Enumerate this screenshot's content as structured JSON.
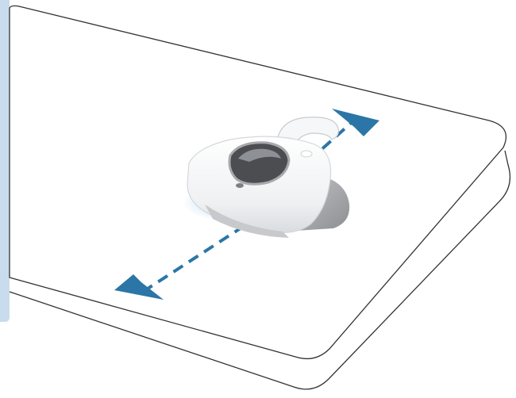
{
  "illustration": {
    "subject": "handheld-vacuum-on-mattress",
    "movement": "back-and-forth",
    "colors": {
      "background": "#ffffff",
      "panel": "#c9dced",
      "beam": "#c3d9ec",
      "outline": "#333333",
      "arrow": "#2b76a6",
      "device_body": "#f4f5f7",
      "device_trim": "#9a9ca0",
      "device_glow": "#a9d4f2"
    },
    "icons": [
      "double-headed-arrow",
      "vacuum-device"
    ]
  }
}
